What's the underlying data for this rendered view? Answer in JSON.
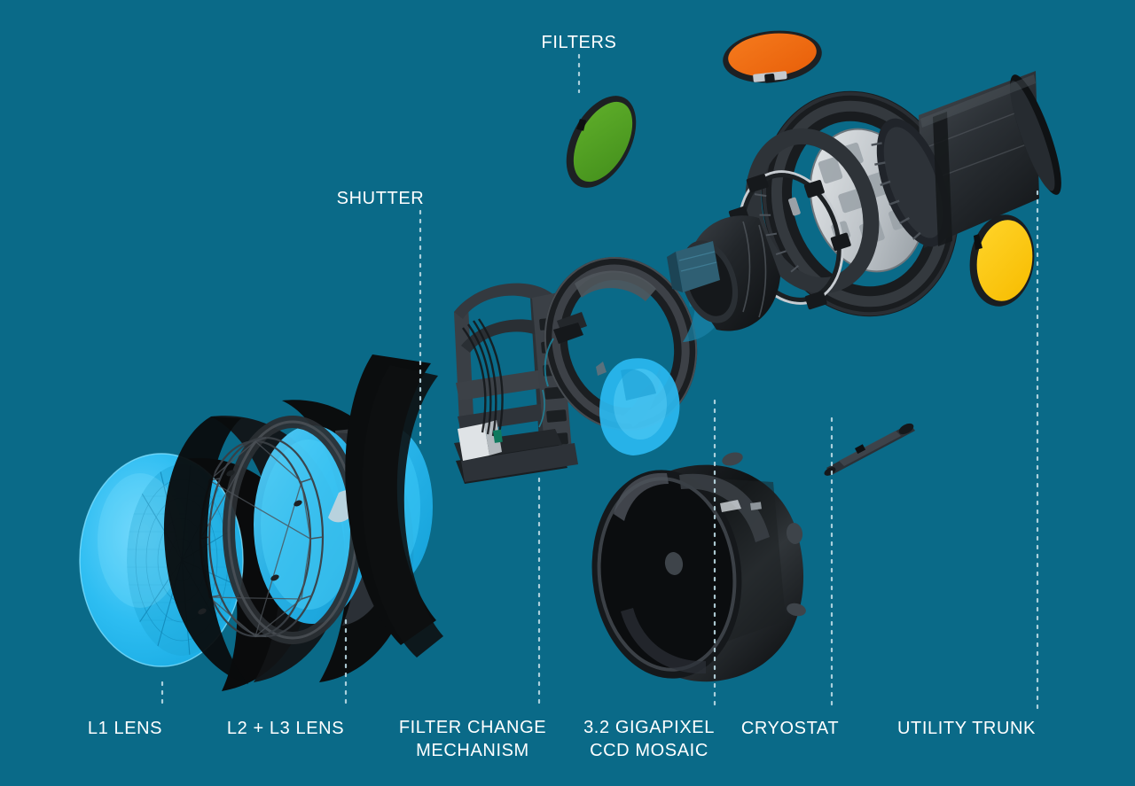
{
  "diagram": {
    "title": "LSST Camera Exploded View",
    "background_color": "#0a6a88",
    "label_color": "#ffffff",
    "leader_color": "#bcdbe6"
  },
  "labels": {
    "filters": "FILTERS",
    "shutter": "SHUTTER",
    "l1_lens": "L1 LENS",
    "l2_l3_lens": "L2 + L3 LENS",
    "filter_change_mechanism": "FILTER CHANGE\nMECHANISM",
    "ccd_mosaic": "3.2 GIGAPIXEL\nCCD MOSAIC",
    "cryostat": "CRYOSTAT",
    "utility_trunk": "UTILITY TRUNK"
  },
  "components": {
    "filter_green": {
      "name": "green-filter",
      "color": "#4f9e23"
    },
    "filter_orange": {
      "name": "orange-filter",
      "color": "#ef6c15"
    },
    "filter_yellow": {
      "name": "yellow-filter",
      "color": "#fdc80b"
    },
    "l1_lens": {
      "name": "l1-lens",
      "color": "#29bdf2"
    },
    "l2_lens": {
      "name": "l2-lens",
      "color": "#29bdf2"
    },
    "l3_lens": {
      "name": "l3-lens",
      "color": "#29bdf2"
    },
    "shutter": {
      "name": "shutter-assembly",
      "color": "#2a2d31"
    },
    "filter_change_mechanism": {
      "name": "filter-change-mechanism",
      "color": "#303438"
    },
    "ccd_mosaic": {
      "name": "ccd-mosaic",
      "color": "#c9cdd1"
    },
    "cryostat": {
      "name": "cryostat",
      "color": "#15181b"
    },
    "utility_trunk": {
      "name": "utility-trunk",
      "color": "#2b2f33"
    }
  }
}
